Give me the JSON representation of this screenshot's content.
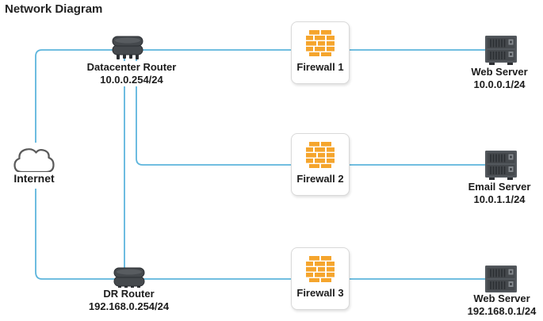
{
  "title": "Network Diagram",
  "colors": {
    "line": "#5db5dc",
    "firewall_orange": "#f5a52d",
    "device_dark": "#45494d",
    "device_darker": "#2c2f33",
    "card_border": "#d9d9d9",
    "text": "#1c1c1c"
  },
  "nodes": {
    "internet": {
      "label": "Internet",
      "icon": "cloud-icon"
    },
    "datacenter_router": {
      "label": "Datacenter Router",
      "ip": "10.0.0.254/24",
      "icon": "router-icon"
    },
    "dr_router": {
      "label": "DR Router",
      "ip": "192.168.0.254/24",
      "icon": "router-icon"
    },
    "firewall1": {
      "label": "Firewall 1",
      "icon": "firewall-icon"
    },
    "firewall2": {
      "label": "Firewall 2",
      "icon": "firewall-icon"
    },
    "firewall3": {
      "label": "Firewall 3",
      "icon": "firewall-icon"
    },
    "web_server1": {
      "label": "Web Server",
      "ip": "10.0.0.1/24",
      "icon": "server-icon"
    },
    "email_server": {
      "label": "Email Server",
      "ip": "10.0.1.1/24",
      "icon": "server-icon"
    },
    "web_server2": {
      "label": "Web Server",
      "ip": "192.168.0.1/24",
      "icon": "server-icon"
    }
  },
  "connections": [
    {
      "from": "Internet",
      "to": "Datacenter Router"
    },
    {
      "from": "Internet",
      "to": "DR Router"
    },
    {
      "from": "Datacenter Router",
      "to": "DR Router"
    },
    {
      "from": "Datacenter Router",
      "to": "Firewall 1"
    },
    {
      "from": "Firewall 1",
      "to": "Web Server 10.0.0.1/24"
    },
    {
      "from": "Datacenter Router",
      "to": "Firewall 2"
    },
    {
      "from": "Firewall 2",
      "to": "Email Server 10.0.1.1/24"
    },
    {
      "from": "DR Router",
      "to": "Firewall 3"
    },
    {
      "from": "Firewall 3",
      "to": "Web Server 192.168.0.1/24"
    }
  ]
}
